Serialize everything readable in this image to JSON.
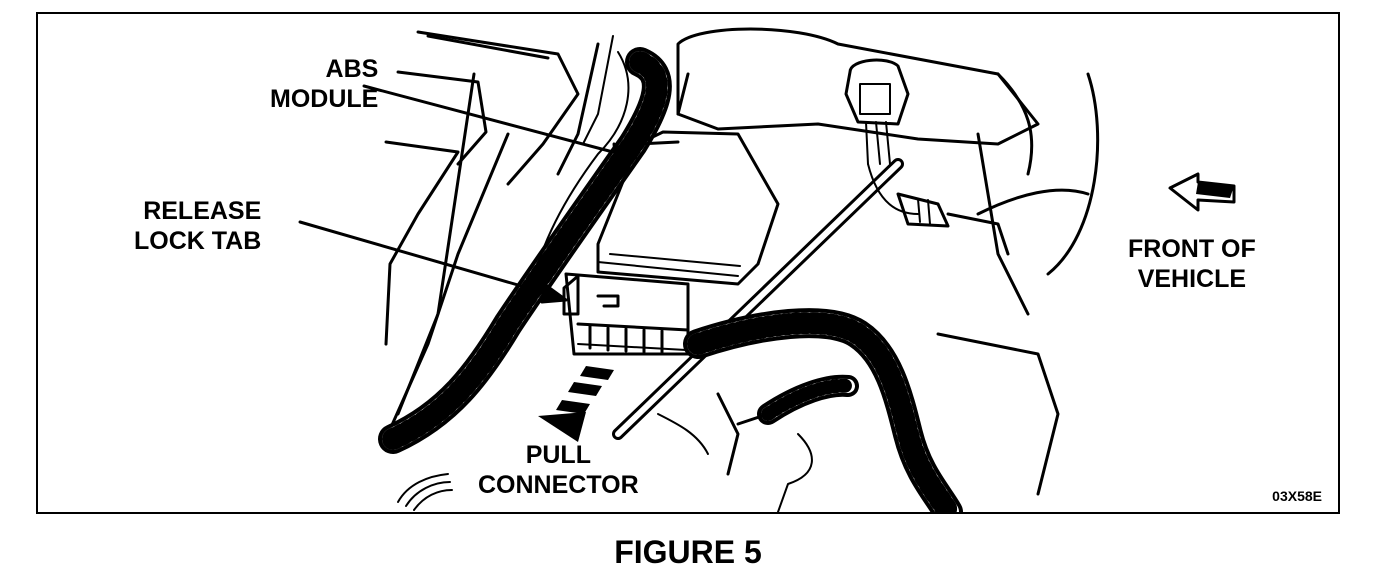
{
  "diagram": {
    "labels": {
      "abs_module": [
        "ABS",
        "MODULE"
      ],
      "release_lock_tab": [
        "RELEASE",
        "LOCK TAB"
      ],
      "pull_connector": [
        "PULL",
        "CONNECTOR"
      ],
      "front_of_vehicle": [
        "FRONT OF",
        "VEHICLE"
      ]
    },
    "code": "03X58E"
  },
  "caption": "FIGURE 5",
  "colors": {
    "ink": "#000000",
    "paper": "#ffffff"
  }
}
